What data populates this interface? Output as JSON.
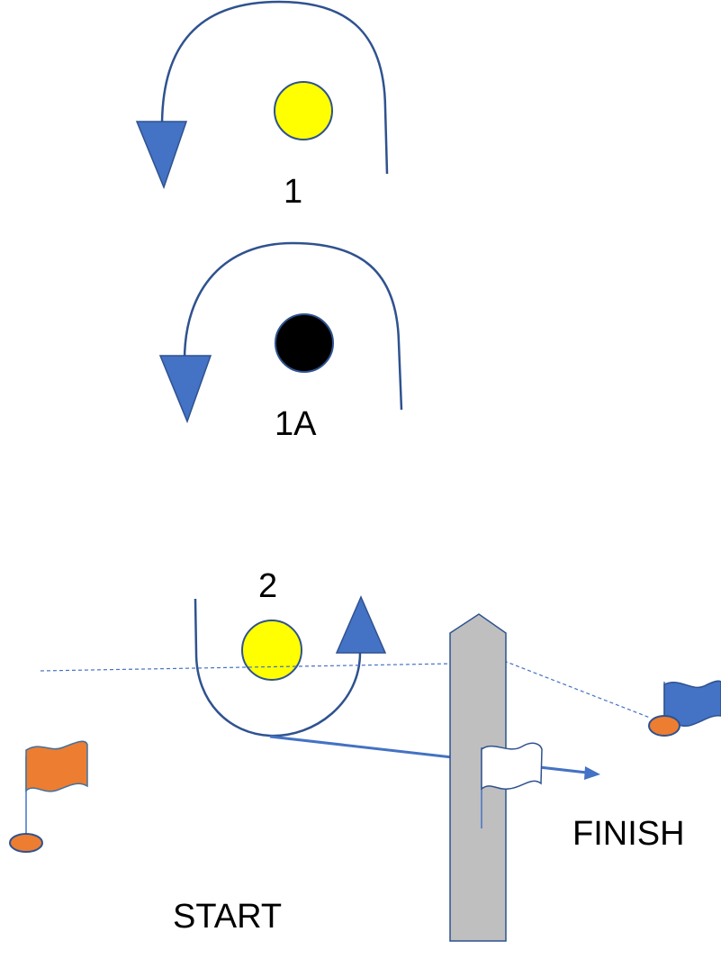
{
  "marks": {
    "mark_1": {
      "label": "1",
      "color": "#FFFF00"
    },
    "mark_1a": {
      "label": "1A",
      "color": "#000000"
    },
    "mark_2": {
      "label": "2",
      "color": "#FFFF00"
    }
  },
  "lines": {
    "start": {
      "label": "START",
      "buoy_color": "#ED7D31",
      "flag_color": "#ED7D31"
    },
    "finish": {
      "label": "FINISH",
      "buoy_color": "#ED7D31",
      "flag_color": "#4472C4"
    }
  },
  "committee_boat": {
    "hull_color": "#BFBFBF",
    "flag_color": "#FFFFFF"
  },
  "colors": {
    "course_path": "#2F528F",
    "arrow_fill": "#4472C4",
    "mark_outline": "#2F528F"
  }
}
